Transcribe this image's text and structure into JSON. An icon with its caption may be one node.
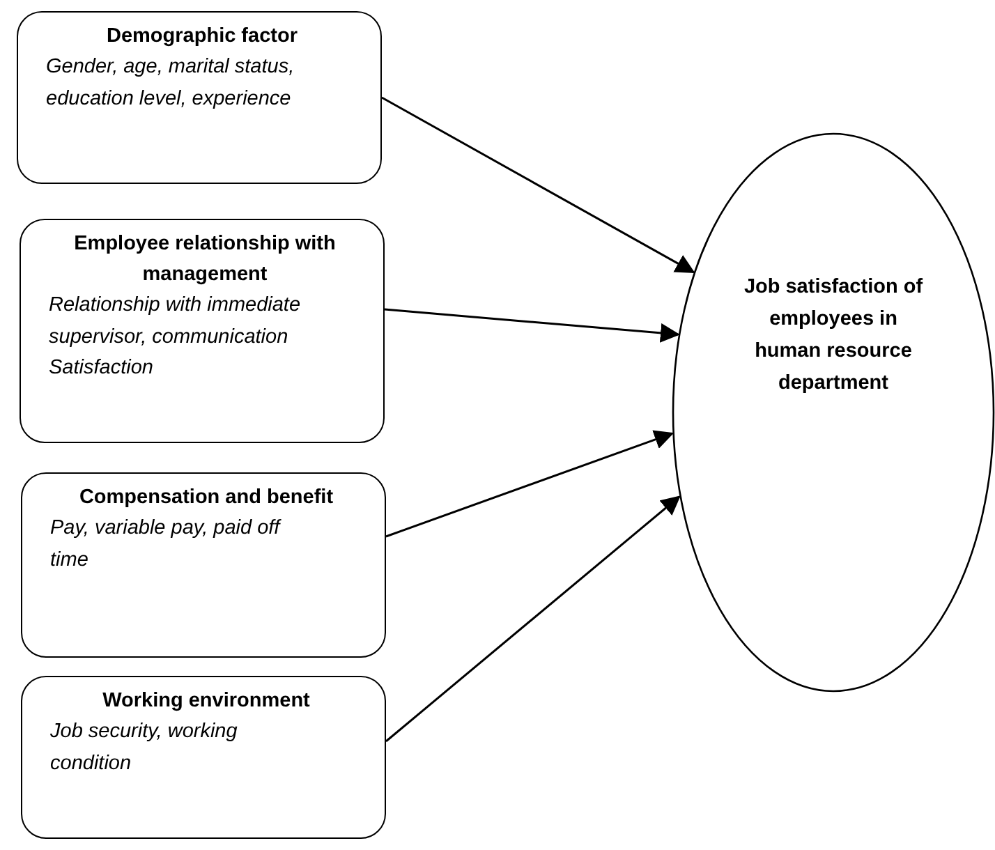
{
  "diagram": {
    "nodes": [
      {
        "text": [
          "Demographic factor",
          "Gender, age, marital status, education level, experience"
        ]
      },
      {
        "text": [
          "Employee relationship with management",
          "Relationship with immediate supervisor, communication Satisfaction"
        ]
      },
      {
        "text": [
          "Compensation and benefit",
          "Pay, variable pay, paid off time"
        ]
      },
      {
        "text": [
          "Working environment",
          "Job security, working condition"
        ]
      },
      {
        "text": [
          "Job satisfaction of employees in human resource department"
        ]
      }
    ],
    "edges": [
      {
        "from": 0,
        "to": 4,
        "arrow": "to"
      },
      {
        "from": 1,
        "to": 4,
        "arrow": "to"
      },
      {
        "from": 2,
        "to": 4,
        "arrow": "to"
      },
      {
        "from": 3,
        "to": 4,
        "arrow": "to"
      }
    ]
  }
}
